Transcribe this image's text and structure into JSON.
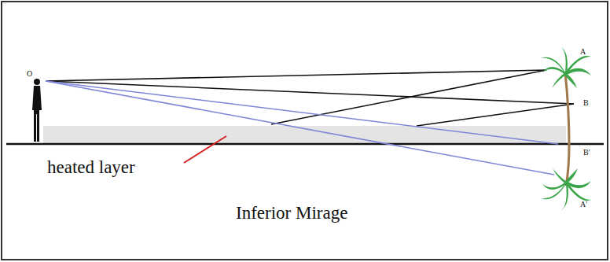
{
  "diagram": {
    "caption": "Inferior Mirage",
    "labels": [
      "O",
      "A",
      "B",
      "B'",
      "A'",
      "heated layer"
    ]
  }
}
